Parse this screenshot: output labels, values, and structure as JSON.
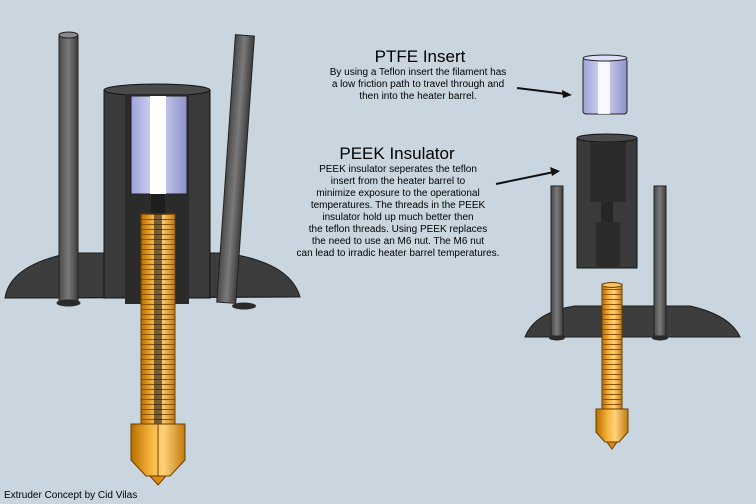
{
  "ptfe_insert": {
    "title": "PTFE Insert",
    "description": "By using a Teflon insert the filament has\na low friction path to travel through and\nthen into the heater barrel."
  },
  "peek_insulator": {
    "title": "PEEK Insulator",
    "description": "PEEK insulator seperates the teflon\ninsert from the heater barrel to\nminimize exposure to the operational\ntemperatures.  The threads in the PEEK\ninsulator hold up much better then\nthe teflon threads.  Using PEEK replaces\nthe need to use an M6 nut.  The M6 nut\ncan lead to irradic heater barrel temperatures."
  },
  "credit": "Extruder Concept  by Cid Vilas",
  "colors": {
    "background": "#c9d6df",
    "peek_body": "#3a3a3a",
    "teflon": "#b9bde8",
    "brass": "#f0a020",
    "rod": "#666666"
  }
}
